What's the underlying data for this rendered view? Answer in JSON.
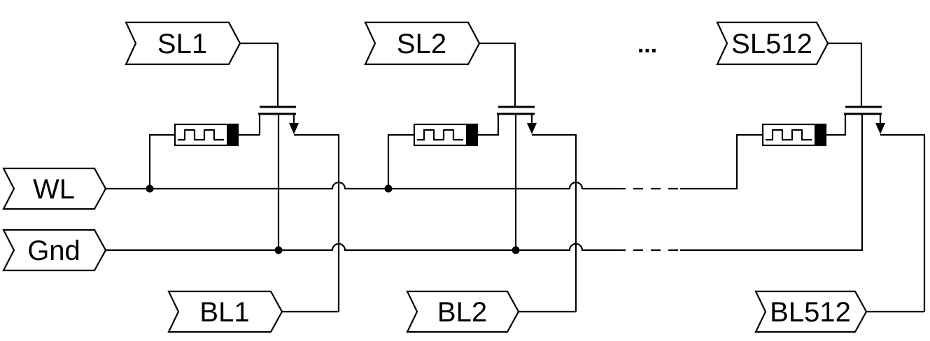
{
  "wordline_label": "WL",
  "ground_label": "Gnd",
  "ellipsis": "...",
  "cells": [
    {
      "select_line": "SL1",
      "bit_line": "BL1"
    },
    {
      "select_line": "SL2",
      "bit_line": "BL2"
    },
    {
      "select_line": "SL512",
      "bit_line": "BL512"
    }
  ]
}
